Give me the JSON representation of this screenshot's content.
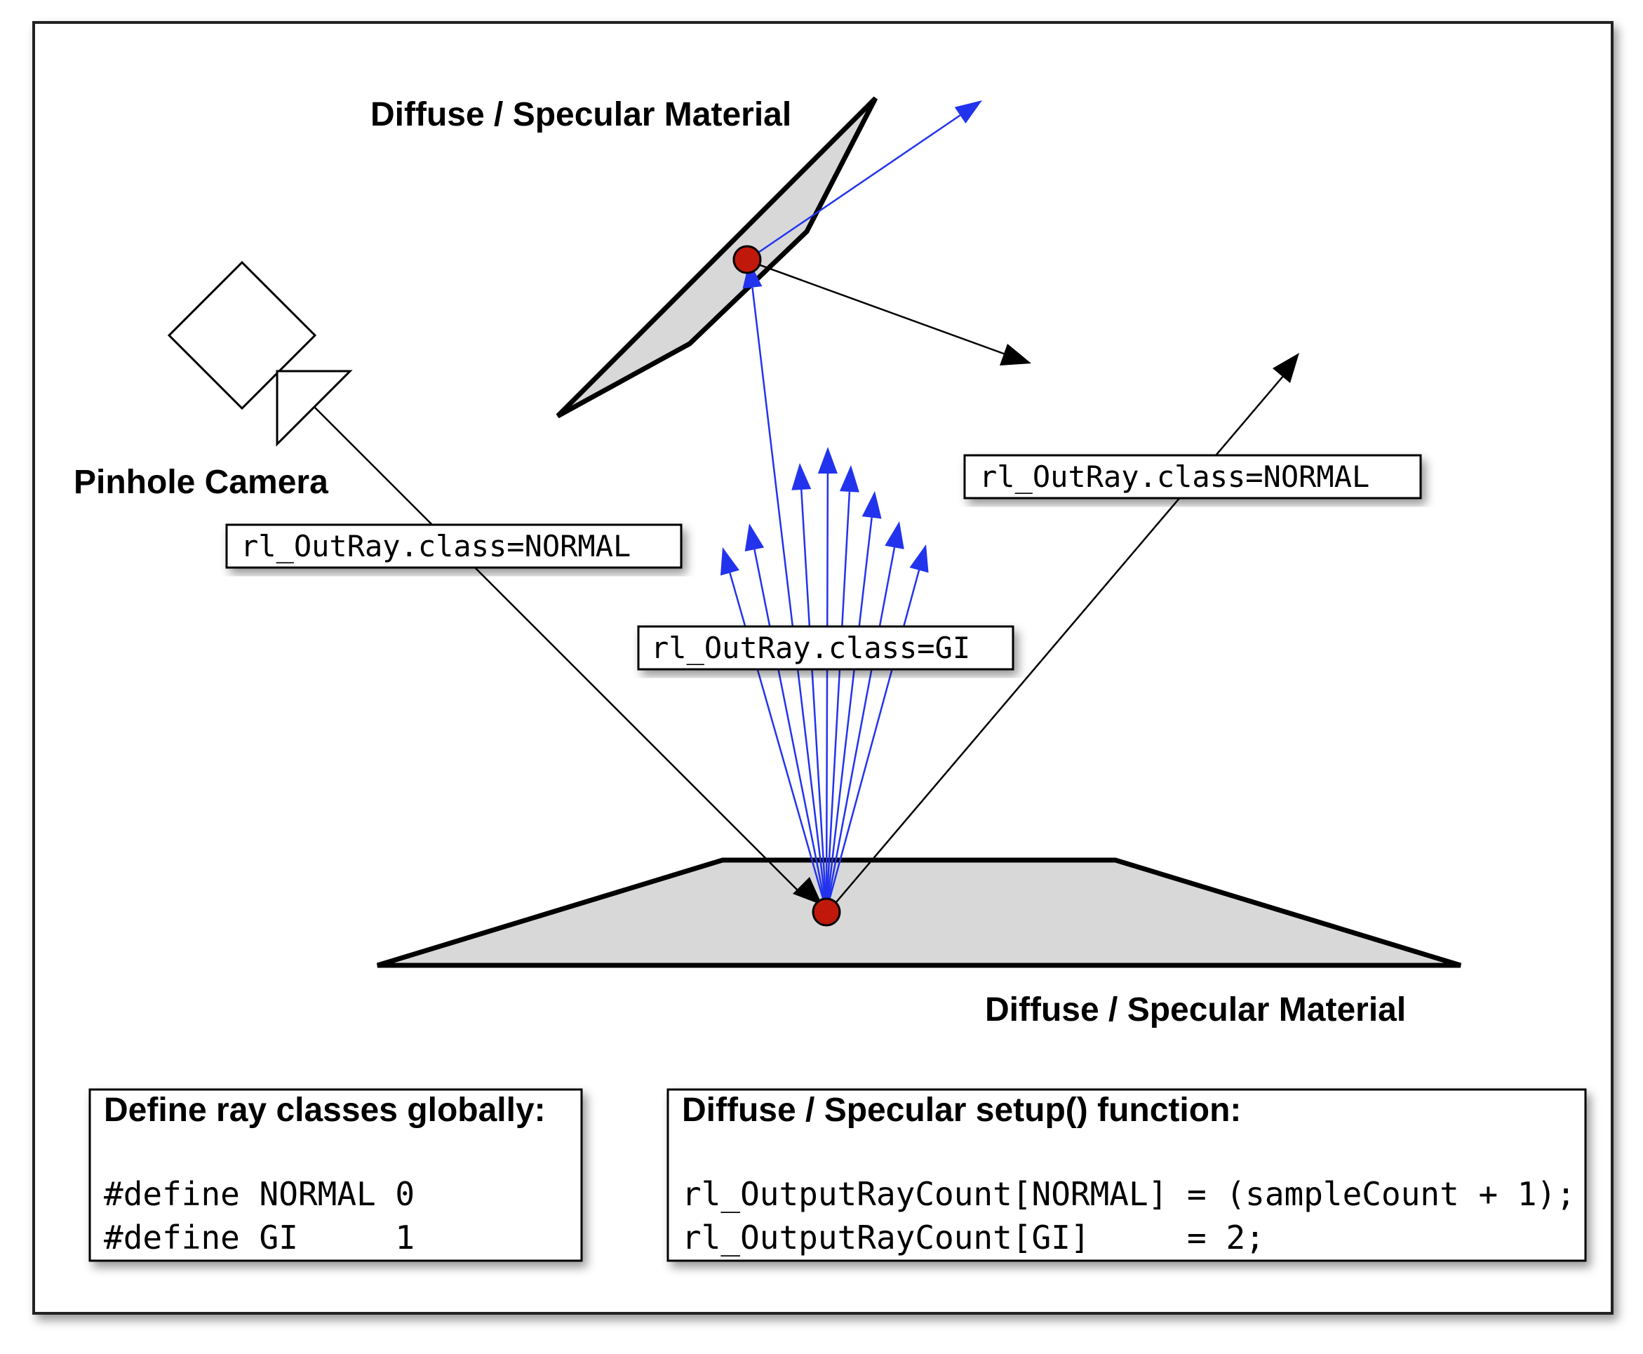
{
  "labels": {
    "top_material": "Diffuse / Specular Material",
    "bottom_material": "Diffuse / Specular Material",
    "camera": "Pinhole Camera",
    "ray_camera": "rl_OutRay.class=NORMAL",
    "ray_reflect": "rl_OutRay.class=NORMAL",
    "ray_gi": "rl_OutRay.class=GI"
  },
  "define_box": {
    "title": "Define ray classes globally:",
    "line1": "#define NORMAL 0",
    "line2": "#define GI     1"
  },
  "setup_box": {
    "title": "Diffuse / Specular setup() function:",
    "line1": "rl_OutputRayCount[NORMAL] = (sampleCount + 1);",
    "line2": "rl_OutputRayCount[GI]     = 2;"
  },
  "colors": {
    "normal_ray": "#000000",
    "gi_ray": "#2233ee",
    "surface_fill": "#d8d8d8",
    "hit_point": "#c0190c"
  }
}
